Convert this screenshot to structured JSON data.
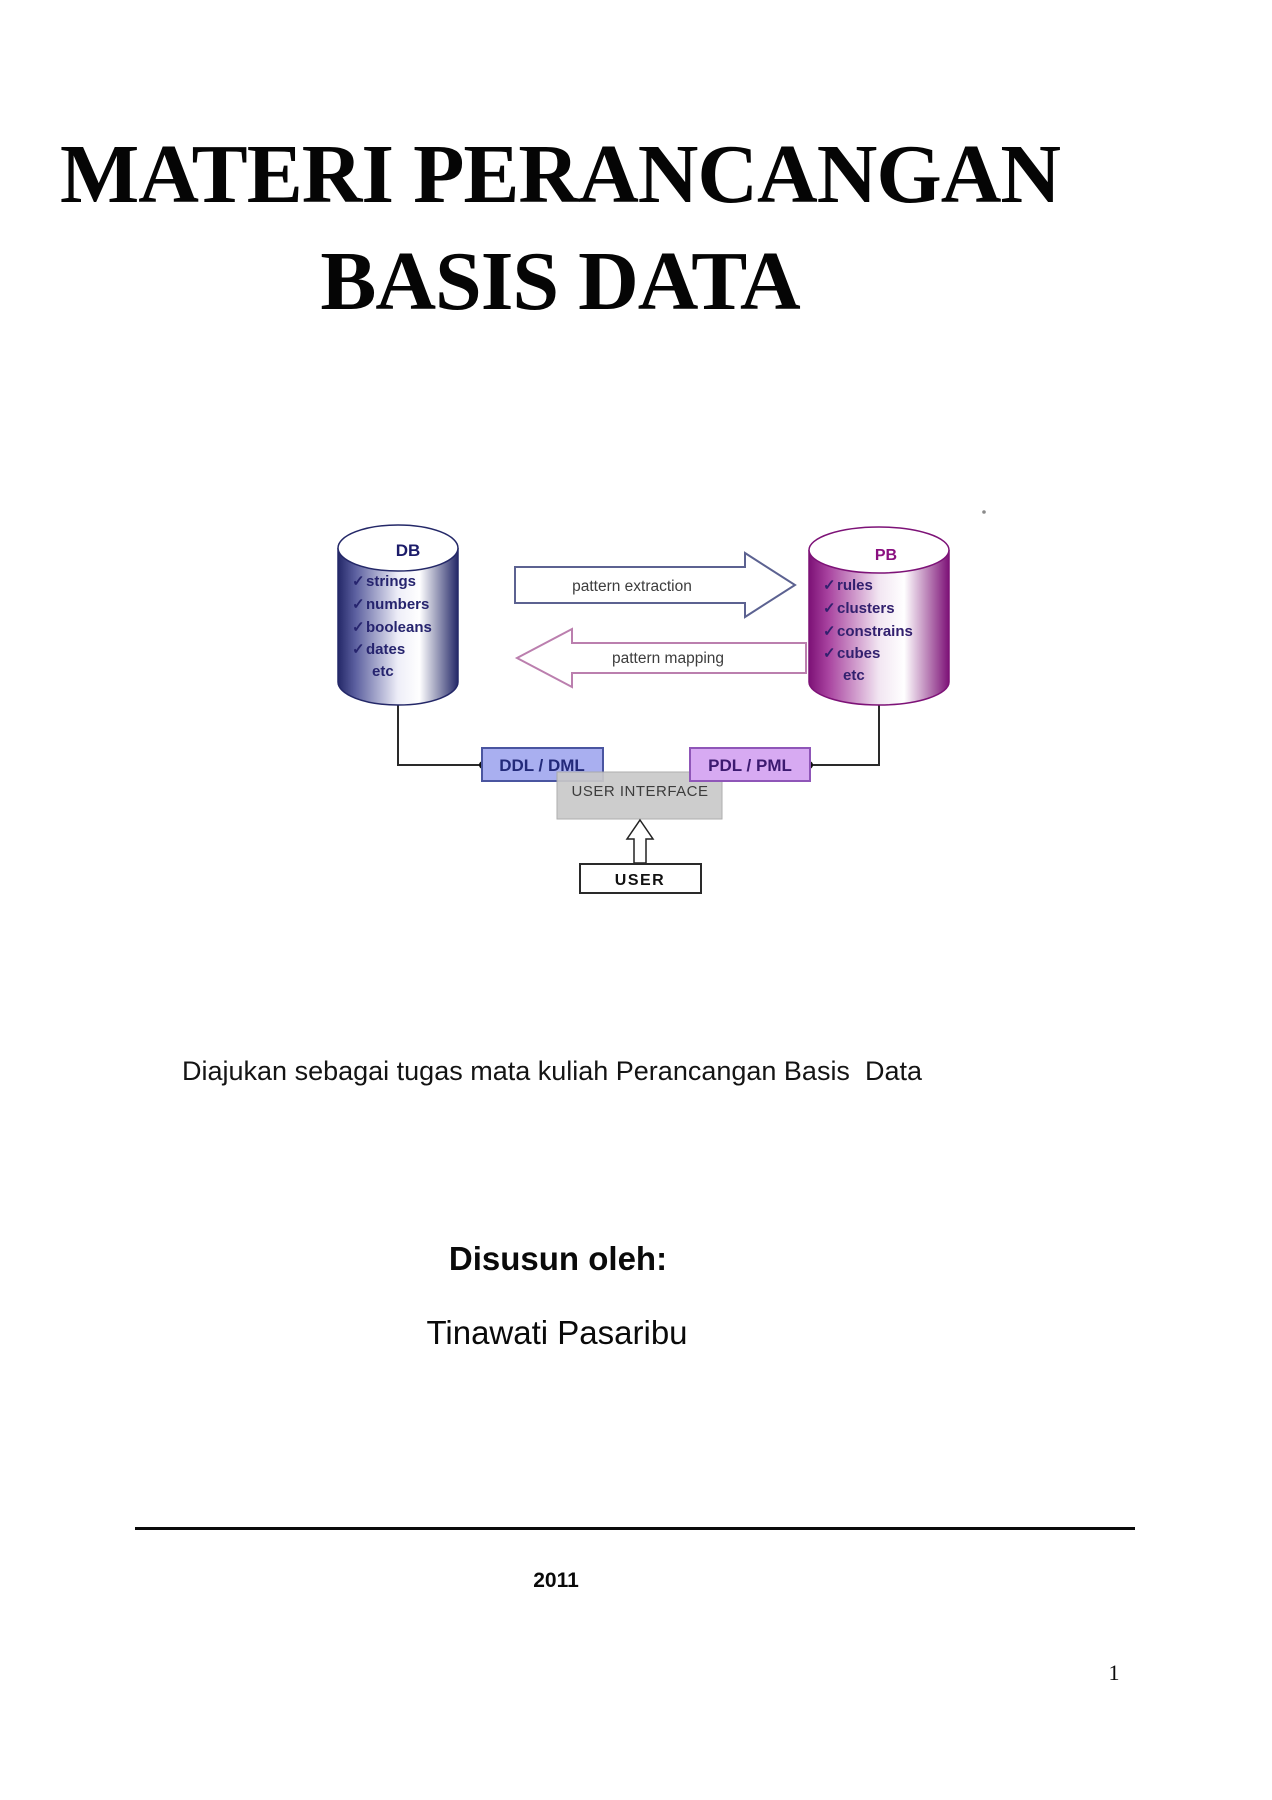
{
  "page": {
    "title_line1": "MATERI PERANCANGAN",
    "title_line2": "BASIS DATA",
    "subtitle": "Diajukan sebagai tugas mata kuliah Perancangan Basis  Data",
    "author_heading": "Disusun oleh:",
    "author_name": "Tinawati Pasaribu",
    "year": "2011",
    "page_number": "1"
  },
  "diagram": {
    "check": "✓",
    "db": {
      "label": "DB",
      "items": [
        "strings",
        "numbers",
        "booleans",
        "dates"
      ],
      "more": "etc"
    },
    "pb": {
      "label": "PB",
      "items": [
        "rules",
        "clusters",
        "constrains",
        "cubes"
      ],
      "more": "etc"
    },
    "extraction_label": "pattern extraction",
    "mapping_label": "pattern mapping",
    "ddl_label": "DDL / DML",
    "pdl_label": "PDL / PML",
    "ui_label": "USER INTERFACE",
    "user_label": "USER",
    "colors": {
      "db_dark": "#242868",
      "db_text": "#1c1c6a",
      "pb_dark": "#7d1277",
      "pb_text": "#8a1080",
      "extraction_stroke": "#5c6291",
      "mapping_stroke": "#bb7fae",
      "ddl_fill": "#a9aff0",
      "ddl_stroke": "#4a55a0",
      "pdl_fill": "#d7aaf2",
      "pdl_stroke": "#8f56b8",
      "ui_fill": "#c9c9c9",
      "connector": "#2a2a2a",
      "arrow_text": "#3d3d3d"
    }
  }
}
